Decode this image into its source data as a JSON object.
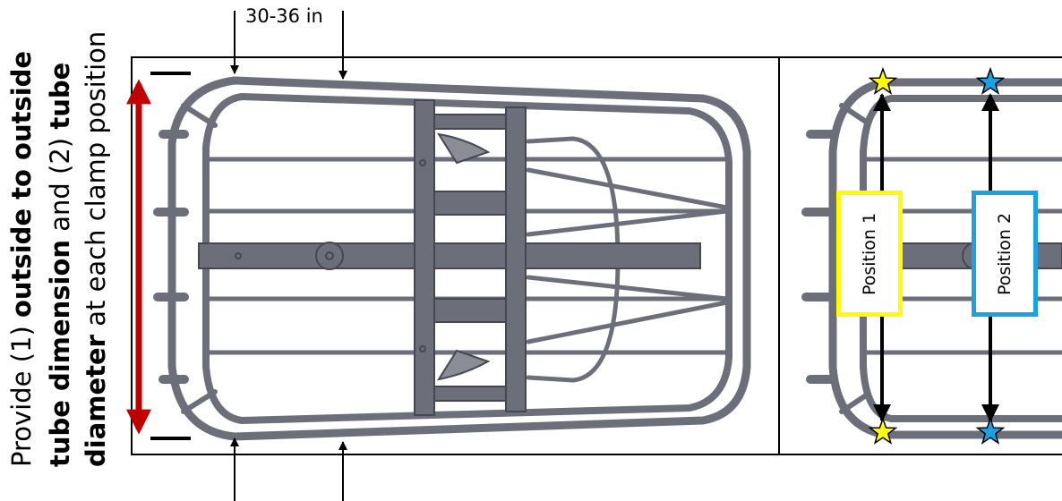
{
  "instruction": {
    "line1_pre": "Provide (1) ",
    "line1_bold": "outside to outside",
    "line2_bold1": "tube dimension",
    "line2_mid": " and (2) ",
    "line2_bold2": "tube",
    "line3_bold": "diameter",
    "line3_post": " at each clamp position"
  },
  "dimension_label": "30-36 in",
  "positions": [
    {
      "label": "Position 1",
      "color": "#ffff00"
    },
    {
      "label": "Position 2",
      "color": "#1ba1e2"
    }
  ],
  "colors": {
    "frame": "#6c6f7a",
    "frame_dark": "#454852",
    "arrow_red": "#c00000"
  },
  "icons": [
    "star-icon",
    "arrow-icon"
  ]
}
